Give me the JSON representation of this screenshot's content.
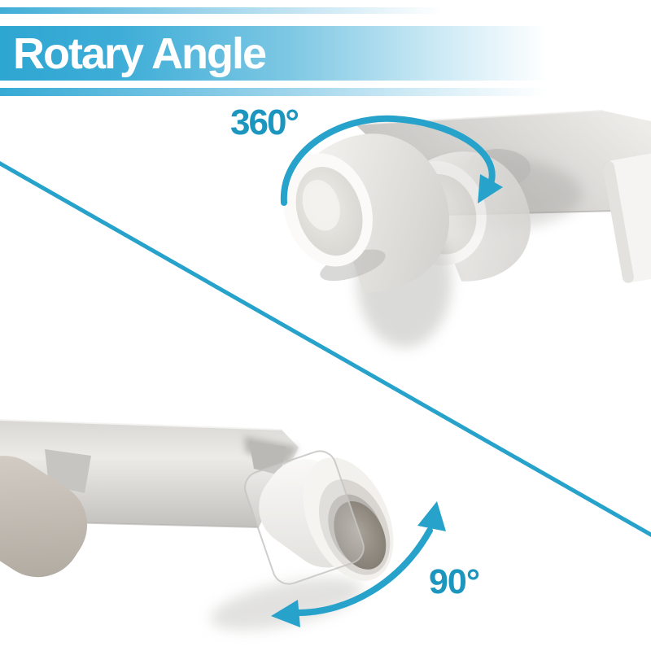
{
  "header": {
    "title": "Rotary Angle",
    "text_color": "#FFFFFF",
    "banner_color_left": "#2EA6D2",
    "banner_color_right": "#FFFFFF"
  },
  "colors": {
    "accent": "#27A2CB",
    "label_text": "#1C96BE"
  },
  "annotations": {
    "rotation": {
      "label": "360°"
    },
    "tilt": {
      "label": "90°"
    }
  },
  "illustration": {
    "divider": "diagonal-divider-line",
    "top_scene": "two-head-ceiling-spotlight-rotating-360",
    "bottom_scene": "spotlight-head-tilting-90"
  }
}
